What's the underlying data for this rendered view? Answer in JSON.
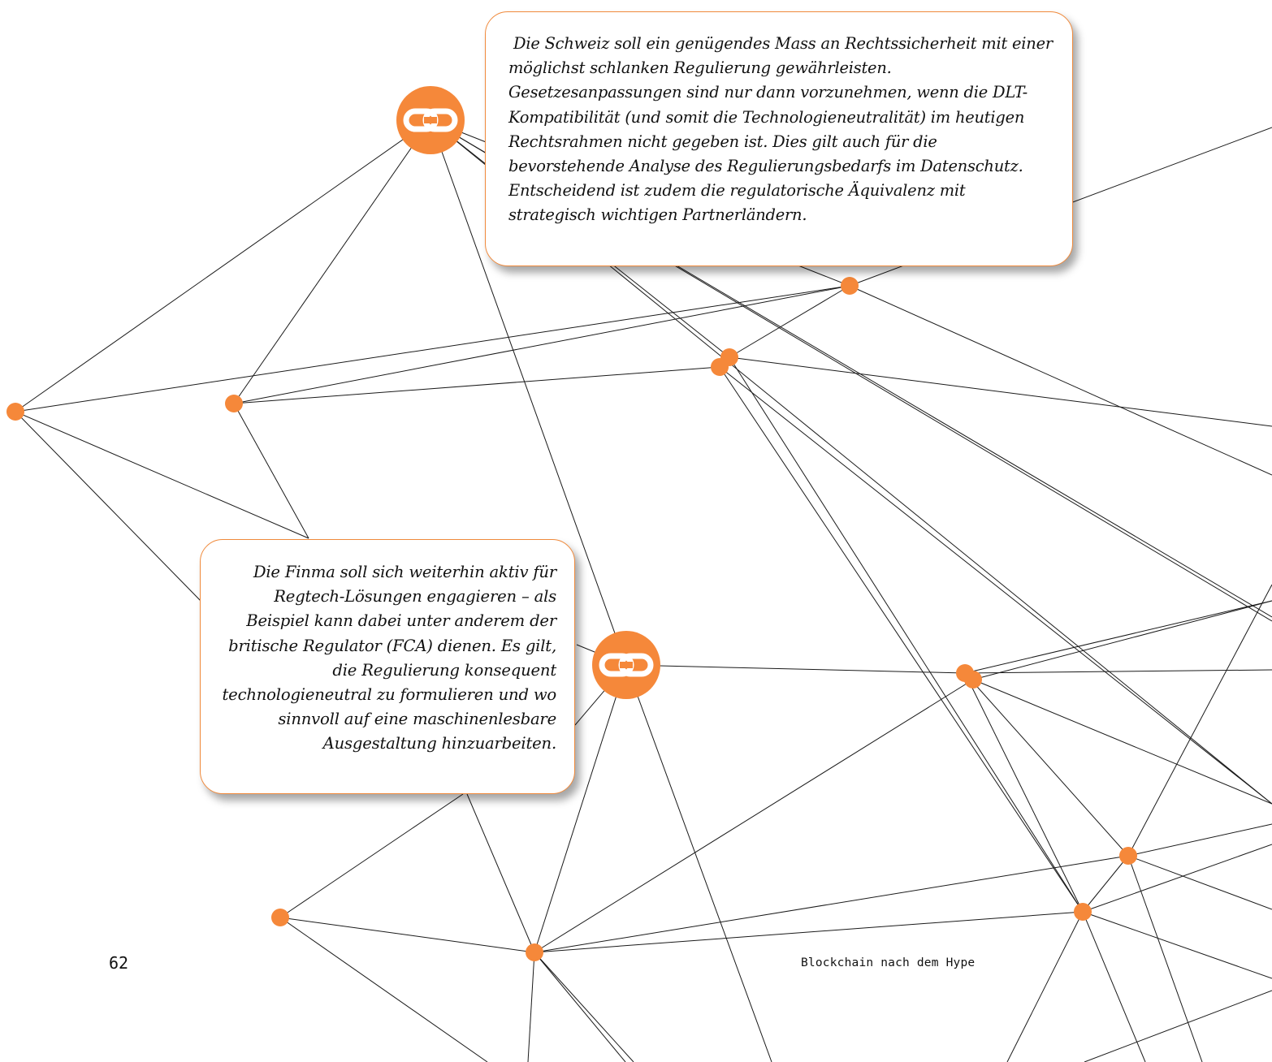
{
  "callouts": {
    "top": {
      "text": "Die Schweiz soll ein genügendes Mass an Rechtssicherheit mit einer möglichst schlanken Regulierung gewährleisten. Gesetzesanpassungen sind nur dann vorzunehmen, wenn die DLT-Kompatibilität (und somit die Technologieneutralität) im heutigen Rechtsrahmen nicht gegeben ist. Dies gilt auch für die bevorstehende Analyse des Regulierungsbedarfs im Datenschutz. Entscheidend ist zudem die regulatorische Äquivalenz mit strategisch wichtigen Partnerländern."
    },
    "left": {
      "text": "Die Finma soll sich weiterhin aktiv für Regtech-Lösungen engagieren – als Beispiel kann dabei unter anderem der britische Regulator (FCA) dienen. Es gilt, die Regulierung konsequent technologieneutral zu formulieren und wo sinnvoll auf eine maschinenlesbare Ausgestaltung hinzuarbeiten."
    }
  },
  "footer": {
    "page_number": "62",
    "running_title": "Blockchain nach dem Hype"
  },
  "colors": {
    "accent": "#f5883a",
    "callout_border": "#f08a3c",
    "line": "#1a1a1a"
  },
  "icons": [
    "chain-link-icon",
    "chain-link-icon"
  ]
}
